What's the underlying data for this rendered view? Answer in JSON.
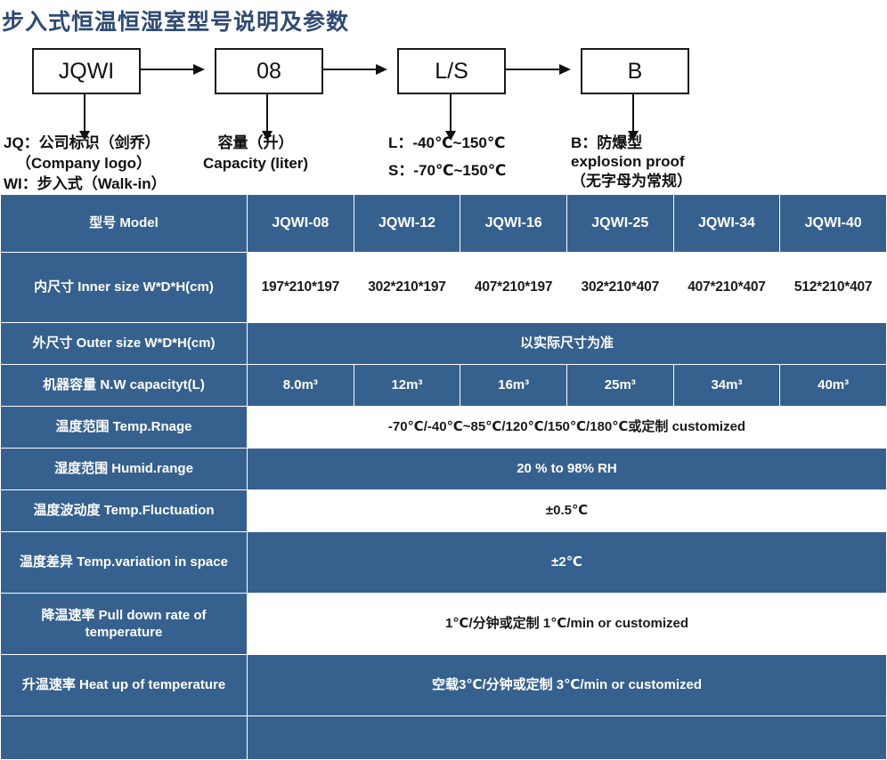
{
  "title": "步入式恒温恒湿室型号说明及参数",
  "colors": {
    "title": "#2e4a74",
    "table_blue": "#36618e",
    "text_dark": "#1a1a1a",
    "white": "#ffffff"
  },
  "diagram": {
    "boxes": [
      {
        "label": "JQWI"
      },
      {
        "label": "08"
      },
      {
        "label": "L/S"
      },
      {
        "label": "B"
      }
    ],
    "notes": [
      {
        "lines": [
          "JQ：公司标识（剑乔）",
          "（Company logo）",
          "WI：步入式（Walk-in）"
        ]
      },
      {
        "lines": [
          "容量（升）",
          "Capacity (liter)"
        ]
      },
      {
        "lines": [
          "L：-40℃~150℃",
          "S：-70℃~150℃"
        ]
      },
      {
        "lines": [
          "B：防爆型",
          "explosion proof",
          "（无字母为常规）"
        ]
      }
    ]
  },
  "table": {
    "header": {
      "label": "型号 Model",
      "models": [
        "JQWI-08",
        "JQWI-12",
        "JQWI-16",
        "JQWI-25",
        "JQWI-34",
        "JQWI-40"
      ]
    },
    "rows": [
      {
        "key": "inner_size",
        "label": "内尺寸 Inner size W*D*H(cm)",
        "style": "white",
        "cells": [
          "197*210*197",
          "302*210*197",
          "407*210*197",
          "302*210*407",
          "407*210*407",
          "512*210*407"
        ]
      },
      {
        "key": "outer_size",
        "label": "外尺寸 Outer size W*D*H(cm)",
        "style": "blue",
        "merged": "以实际尺寸为准"
      },
      {
        "key": "nw_capacity",
        "label": "机器容量 N.W capacityt(L)",
        "style": "blue",
        "cells": [
          "8.0m³",
          "12m³",
          "16m³",
          "25m³",
          "34m³",
          "40m³"
        ]
      },
      {
        "key": "temp_range",
        "label": "温度范围 Temp.Rnage",
        "style": "white",
        "merged": "-70℃/-40℃~85℃/120℃/150℃/180℃或定制 customized"
      },
      {
        "key": "humid_range",
        "label": "湿度范围 Humid.range",
        "style": "blue",
        "merged": "20 % to 98% RH"
      },
      {
        "key": "temp_fluctuation",
        "label": "温度波动度 Temp.Fluctuation",
        "style": "white",
        "merged": "±0.5℃"
      },
      {
        "key": "temp_variation",
        "label": "温度差异 Temp.variation in space",
        "style": "blue",
        "merged": "±2℃"
      },
      {
        "key": "pull_down_rate",
        "label": "降温速率 Pull down rate of temperature",
        "style": "white",
        "merged": "1℃/分钟或定制    1℃/min or customized"
      },
      {
        "key": "heat_up_rate",
        "label": "升温速率 Heat up of temperature",
        "style": "blue",
        "merged": "空载3℃/分钟或定制 3℃/min or customized"
      },
      {
        "key": "cut_off_row",
        "label": "",
        "style": "blue",
        "merged": ""
      }
    ]
  }
}
